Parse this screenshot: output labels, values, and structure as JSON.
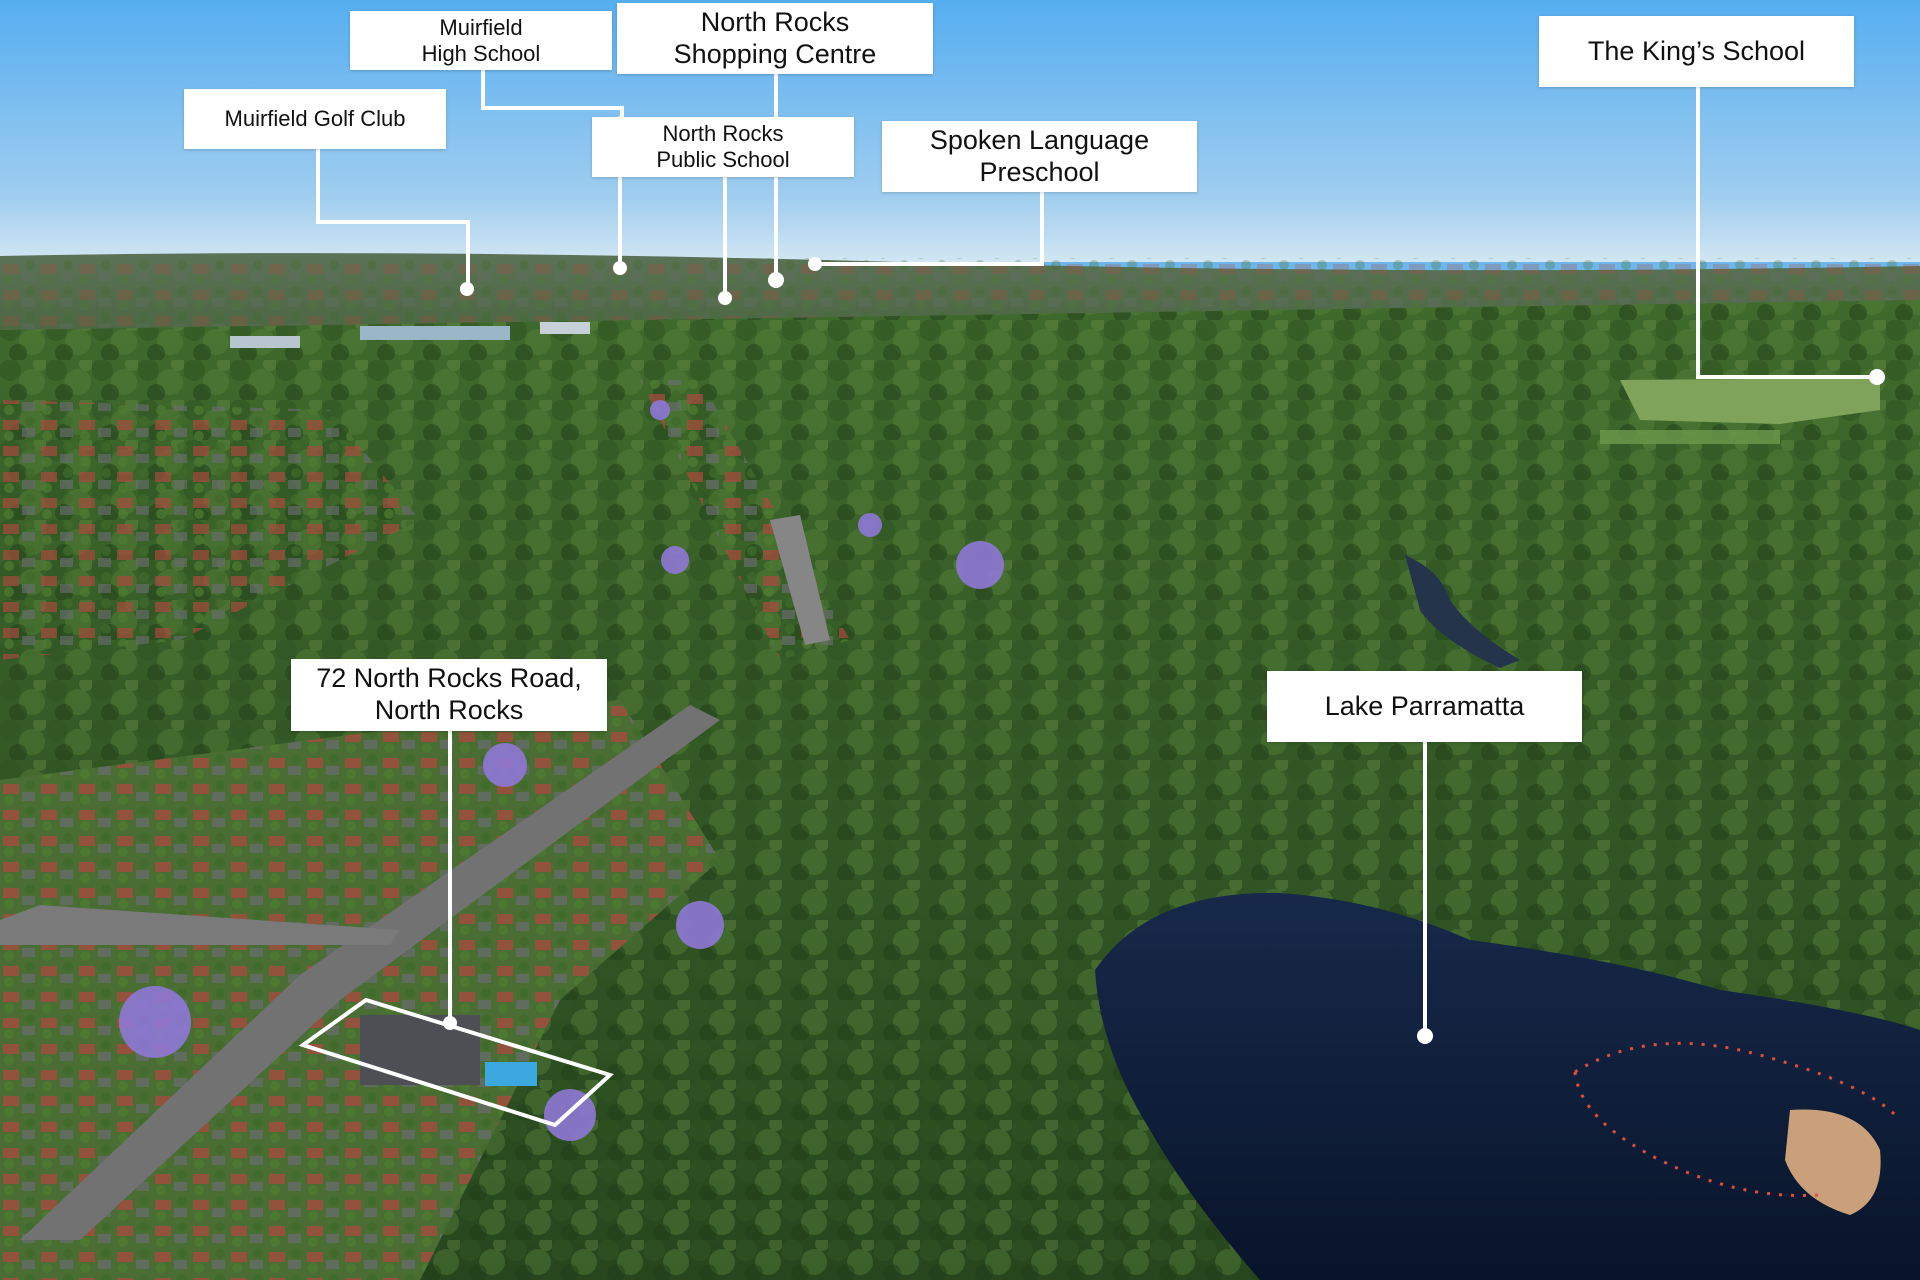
{
  "image": {
    "kind": "aerial-photo",
    "subject": "suburban streets, bushland and a lake",
    "colors": {
      "sky_top": "#5ab2f0",
      "sky_horizon": "#cfe4f2",
      "bush": "#3d6a2a",
      "bush_dark": "#1f3f1c",
      "lake": "#0c1a33",
      "road": "#6f6f6f",
      "roof_red": "#b5493c",
      "roof_grey": "#5c5e63",
      "jacaranda": "#8f78d6",
      "label_bg": "#ffffff",
      "leader_line": "#ffffff"
    }
  },
  "labels": {
    "muirfield_golf": {
      "text": "Muirfield Golf Club"
    },
    "muirfield_high": {
      "text": "Muirfield\nHigh School"
    },
    "north_rocks_shopping": {
      "text": "North Rocks\nShopping Centre"
    },
    "north_rocks_public": {
      "text": "North Rocks\nPublic School"
    },
    "spoken_language": {
      "text": "Spoken Language\nPreschool"
    },
    "kings_school": {
      "text": "The King’s School"
    },
    "property": {
      "text": "72 North Rocks Road,\nNorth Rocks"
    },
    "lake": {
      "text": "Lake Parramatta"
    }
  }
}
